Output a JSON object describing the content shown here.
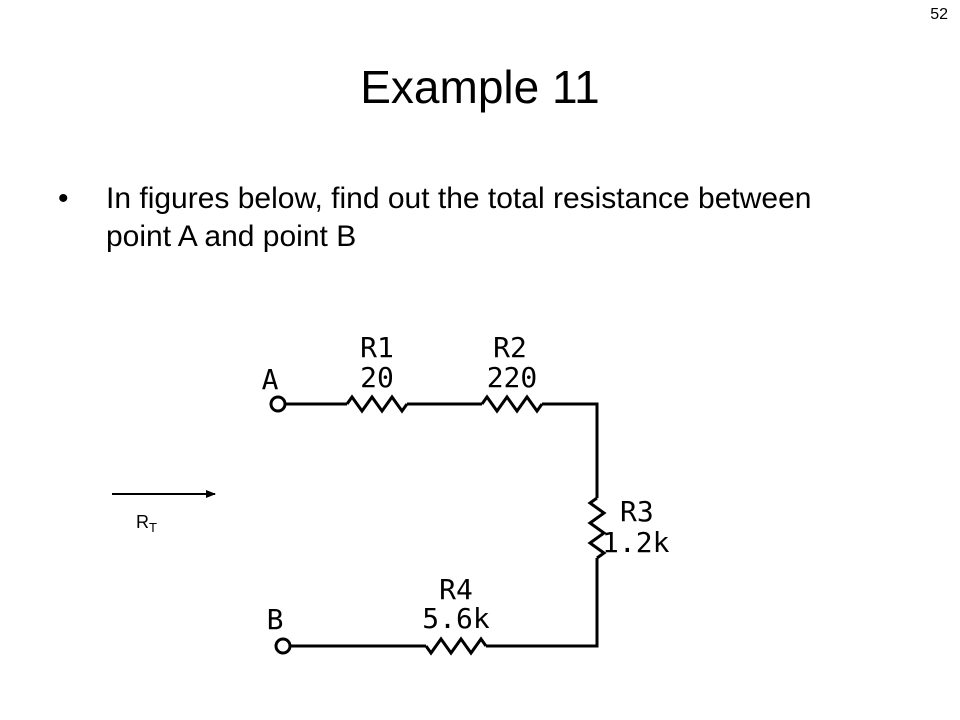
{
  "slide": {
    "page_number": "52",
    "title": "Example 11",
    "bullet": "In figures below, find out the total resistance between point A and point B"
  },
  "circuit": {
    "terminal_a": "A",
    "terminal_b": "B",
    "total_resistance_label": {
      "main": "R",
      "sub": "T"
    },
    "resistors": [
      {
        "name": "R1",
        "value": "20"
      },
      {
        "name": "R2",
        "value": "220"
      },
      {
        "name": "R3",
        "value": "1.2k"
      },
      {
        "name": "R4",
        "value": "5.6k"
      }
    ]
  }
}
